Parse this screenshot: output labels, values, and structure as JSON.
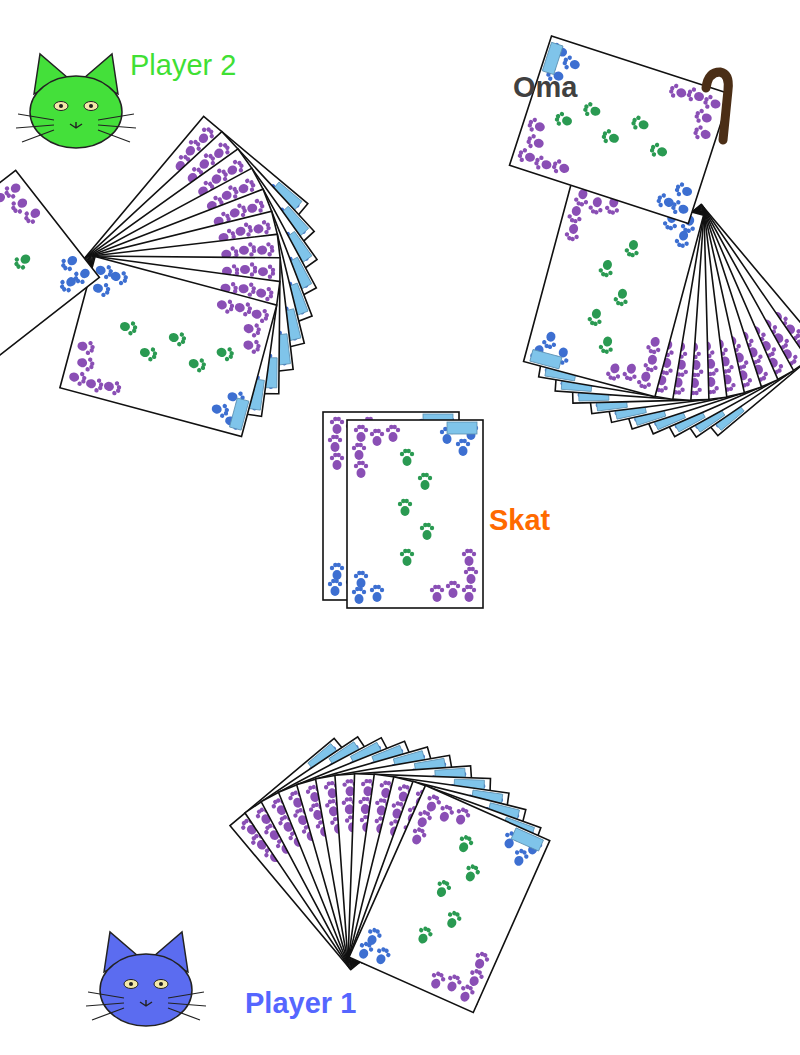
{
  "diagram": {
    "labels": [
      "Player 2",
      "Oma",
      "Skat",
      "Player 1"
    ]
  }
}
